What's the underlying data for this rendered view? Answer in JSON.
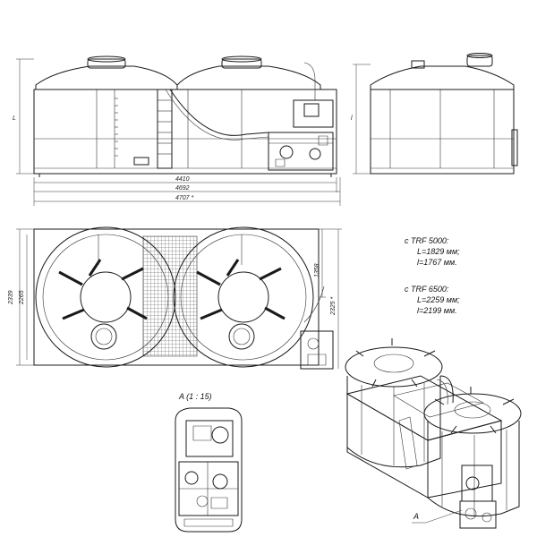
{
  "dimensions": {
    "width_side": "4410",
    "width_overall": "4692",
    "width_total": "4707 *",
    "height_front": "L",
    "height_end": "l",
    "plan_depth_outer": "2339",
    "plan_depth_inner": "2265",
    "plan_right_upper": "1358",
    "plan_right_total": "2325 *"
  },
  "notes": {
    "trf5000_header": "с TRF 5000:",
    "trf5000_L": "L=1829 мм;",
    "trf5000_l": "l=1767 мм.",
    "trf6500_header": "с TRF 6500:",
    "trf6500_L": "L=2259 мм;",
    "trf6500_l": "l=2199 мм."
  },
  "detail": {
    "title": "A (1 : 15)",
    "marker": "A"
  }
}
